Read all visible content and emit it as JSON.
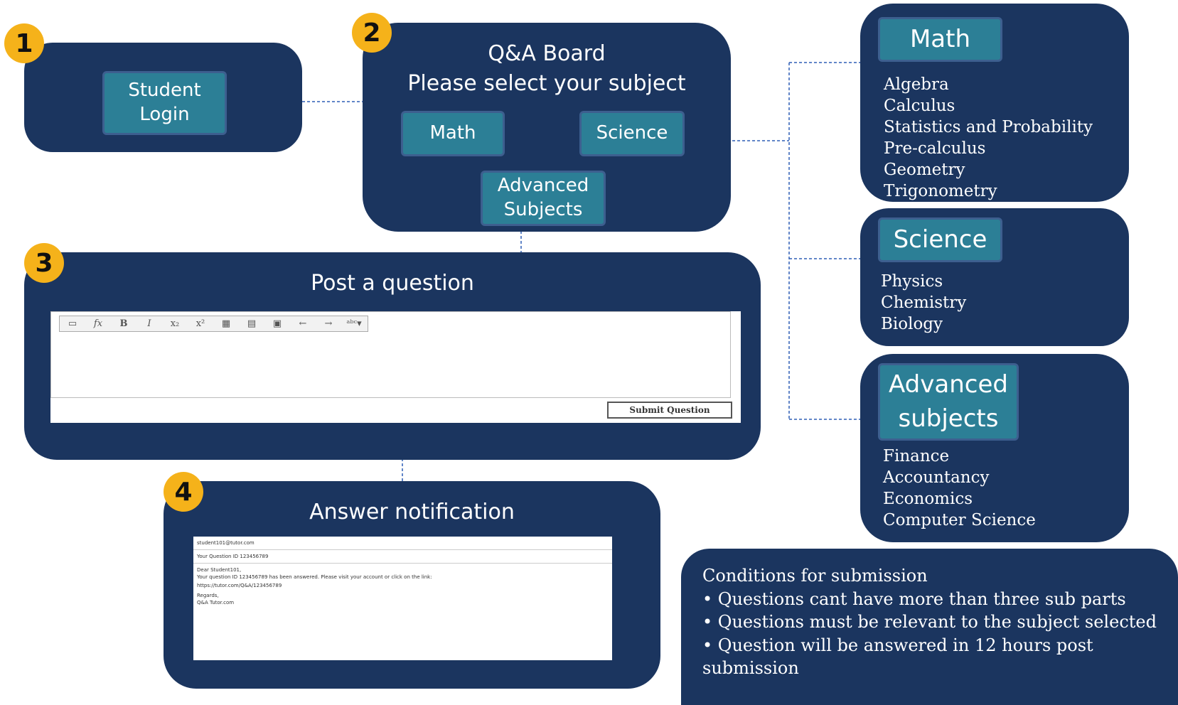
{
  "badges": [
    "1",
    "2",
    "3",
    "4"
  ],
  "step1": {
    "login_label": [
      "Student",
      "Login"
    ]
  },
  "step2": {
    "title": "Q&A Board",
    "subtitle": "Please select your subject",
    "math_label": "Math",
    "science_label": "Science",
    "advanced_label": [
      "Advanced",
      "Subjects"
    ]
  },
  "step3": {
    "title": "Post a question",
    "toolbar_icons": [
      "image-icon",
      "formula-icon",
      "bold-icon",
      "italic-icon",
      "subscript-icon",
      "superscript-icon",
      "table-icon",
      "insert-icon",
      "paste-icon",
      "undo-icon",
      "redo-icon",
      "spellcheck-icon"
    ],
    "submit_label": "Submit Question"
  },
  "step4": {
    "title": "Answer notification",
    "email_from": "student101@tutor.com",
    "email_subject": "Your Question ID 123456789",
    "email_greeting": "Dear Student101,",
    "email_body": "Your question ID 123456789 has been answered. Please visit your account or click on the link:",
    "email_link": "https://tutor.com/Q&A/123456789",
    "email_regards": "Regards,",
    "email_sign": "Q&A Tutor.com"
  },
  "subjects": {
    "math": {
      "title": "Math",
      "items": [
        "Algebra",
        "Calculus",
        "Statistics and Probability",
        "Pre-calculus",
        "Geometry",
        "Trigonometry"
      ]
    },
    "science": {
      "title": "Science",
      "items": [
        "Physics",
        "Chemistry",
        "Biology"
      ]
    },
    "advanced": {
      "title": [
        "Advanced",
        "subjects"
      ],
      "items": [
        "Finance",
        "Accountancy",
        "Economics",
        "Computer Science"
      ]
    }
  },
  "conditions": {
    "heading": "Conditions for submission",
    "items": [
      "• Questions cant have more than three sub parts",
      "• Questions must be relevant to the subject selected",
      "• Question will be answered in 12 hours post submission"
    ]
  },
  "colors": {
    "panel": "#1b355f",
    "button": "#2c7f96",
    "badge": "#f5b21a",
    "connector": "#2f5fb5"
  }
}
